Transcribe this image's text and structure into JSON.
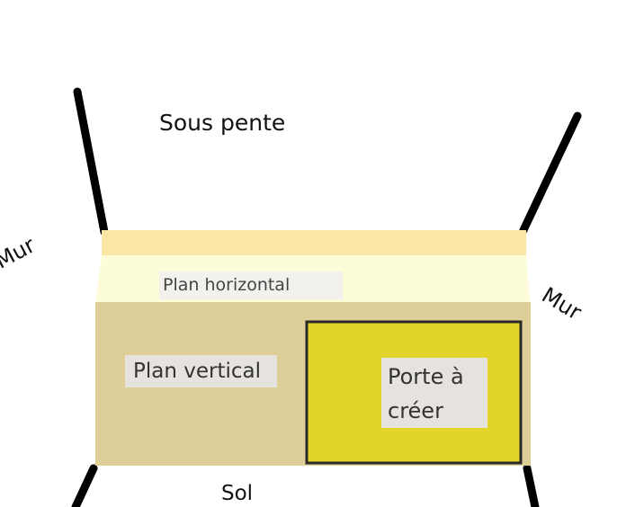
{
  "labels": {
    "sous_pente": "Sous pente",
    "mur_left": "Mur",
    "mur_right": "Mur",
    "plan_horizontal": "Plan horizontal",
    "plan_vertical": "Plan vertical",
    "porte": "Porte à\ncréer",
    "sol": "Sol"
  },
  "colors": {
    "top_strip": "#fbe7a5",
    "horizontal_plane": "#fdfcd9",
    "vertical_plane": "#decf98",
    "door_fill": "#e2d42a",
    "door_border": "#2a2a2a",
    "wall_lines": "#000000"
  }
}
